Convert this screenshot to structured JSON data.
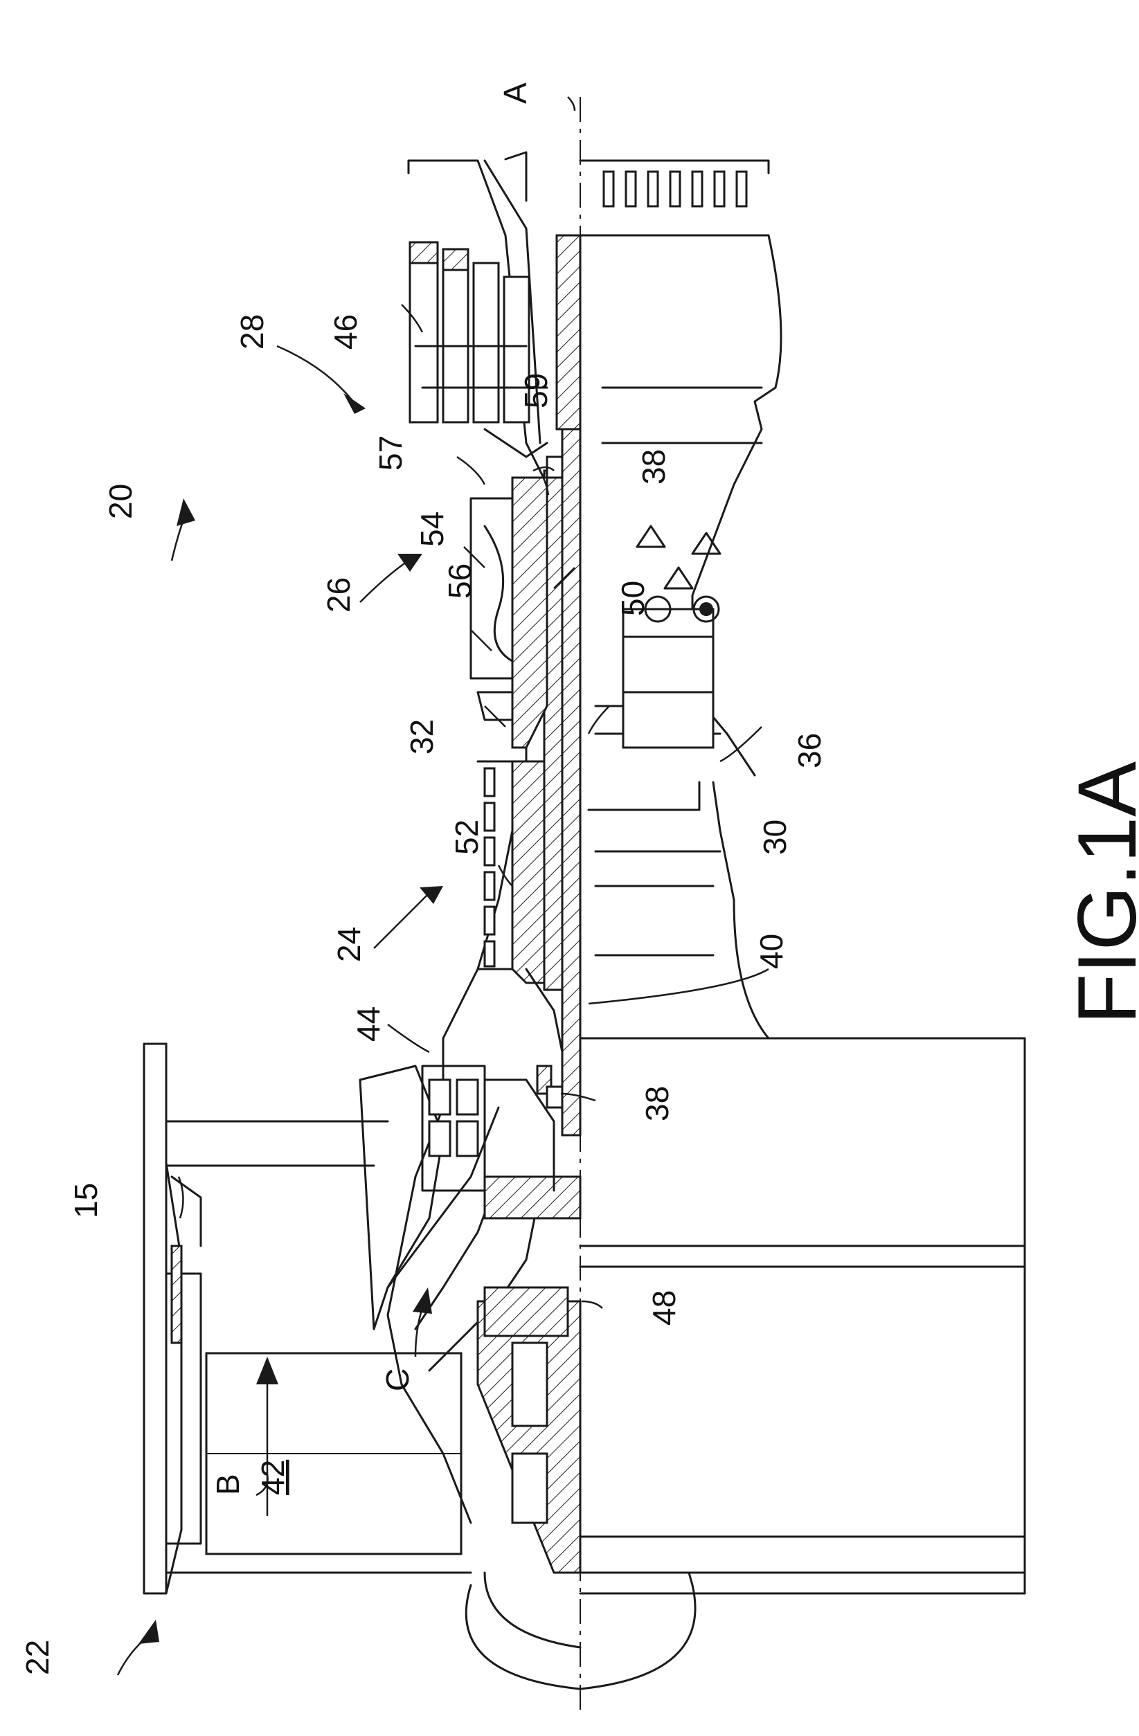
{
  "figure": {
    "caption": "FIG.1A",
    "axis_label": "A",
    "labels": {
      "l20": "20",
      "l22": "22",
      "l24": "24",
      "l26": "26",
      "l28": "28",
      "l15": "15",
      "l44": "44",
      "l46": "46",
      "l57": "57",
      "l54": "54",
      "l56": "56",
      "l59": "59",
      "l32": "32",
      "l52": "52",
      "l38a": "38",
      "l38b": "38",
      "l50": "50",
      "l36": "36",
      "l30": "30",
      "l40": "40",
      "l48": "48",
      "lB": "B",
      "l42": "42",
      "lC": "C"
    }
  }
}
